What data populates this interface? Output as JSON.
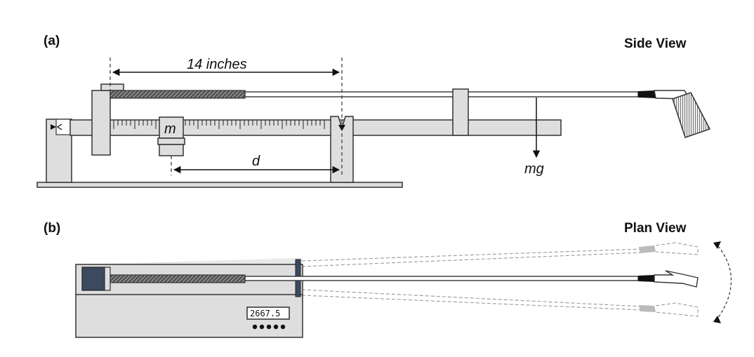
{
  "panel_a": {
    "label": "(a)",
    "view_title": "Side View",
    "dim_length": "14 inches",
    "mass_label": "m",
    "distance_label": "d",
    "force_label": "mg"
  },
  "panel_b": {
    "label": "(b)",
    "view_title": "Plan View",
    "display_value": "2667.5",
    "button_count": 5
  },
  "colors": {
    "part_fill": "#dedede",
    "dark_block": "#3b4a5e",
    "outline": "#333333"
  }
}
